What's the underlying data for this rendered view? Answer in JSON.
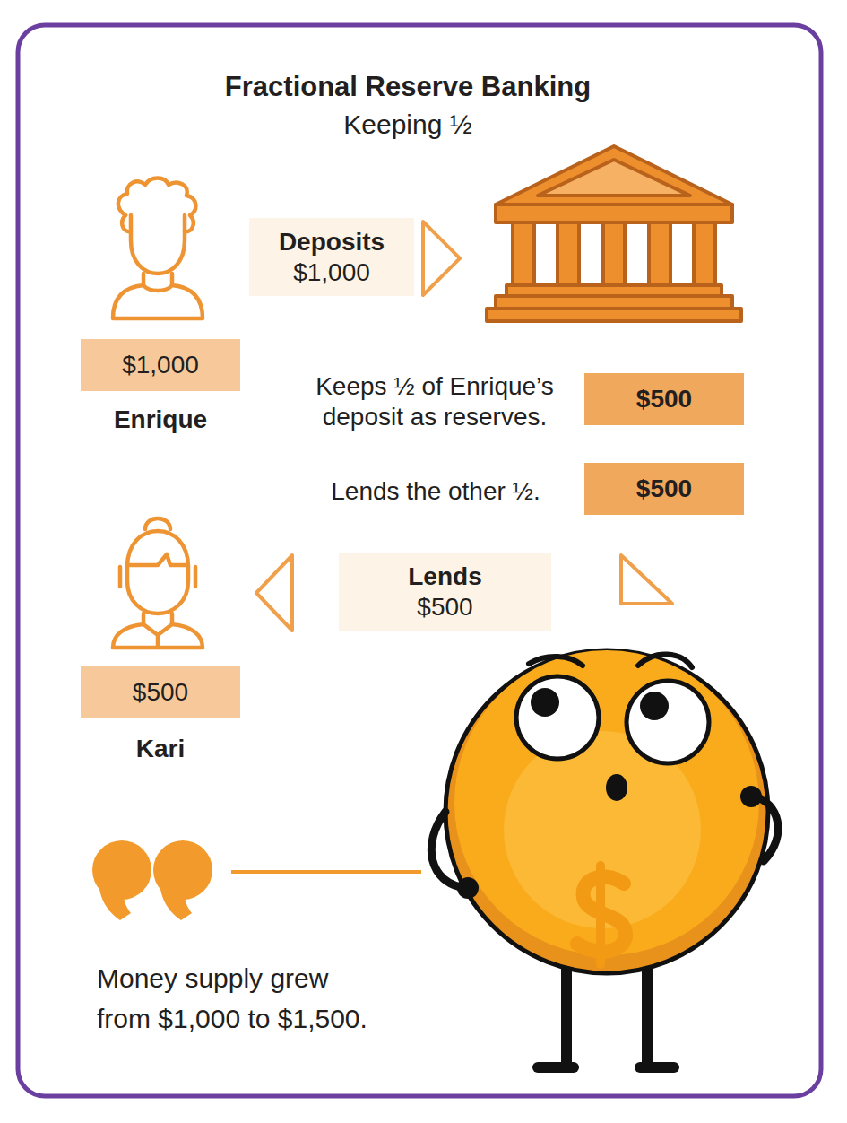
{
  "diagram": {
    "title": "Fractional Reserve Banking",
    "caption": "Money supply grew from $1,000 to $1,500.",
    "nodes": [
      {
        "text": [
          "Deposits",
          "$1,000"
        ]
      },
      {
        "text": [
          "$1,000"
        ]
      },
      {
        "text": [
          "$500"
        ]
      },
      {
        "text": [
          "$500"
        ]
      },
      {
        "text": [
          "Lends",
          "$500"
        ]
      },
      {
        "text": [
          "$500"
        ]
      }
    ],
    "labels": [
      "Keeping ½",
      "Enrique",
      "Keeps ½ of Enrique’s deposit as reserves.",
      "Lends the other ½.",
      "Kari"
    ]
  }
}
